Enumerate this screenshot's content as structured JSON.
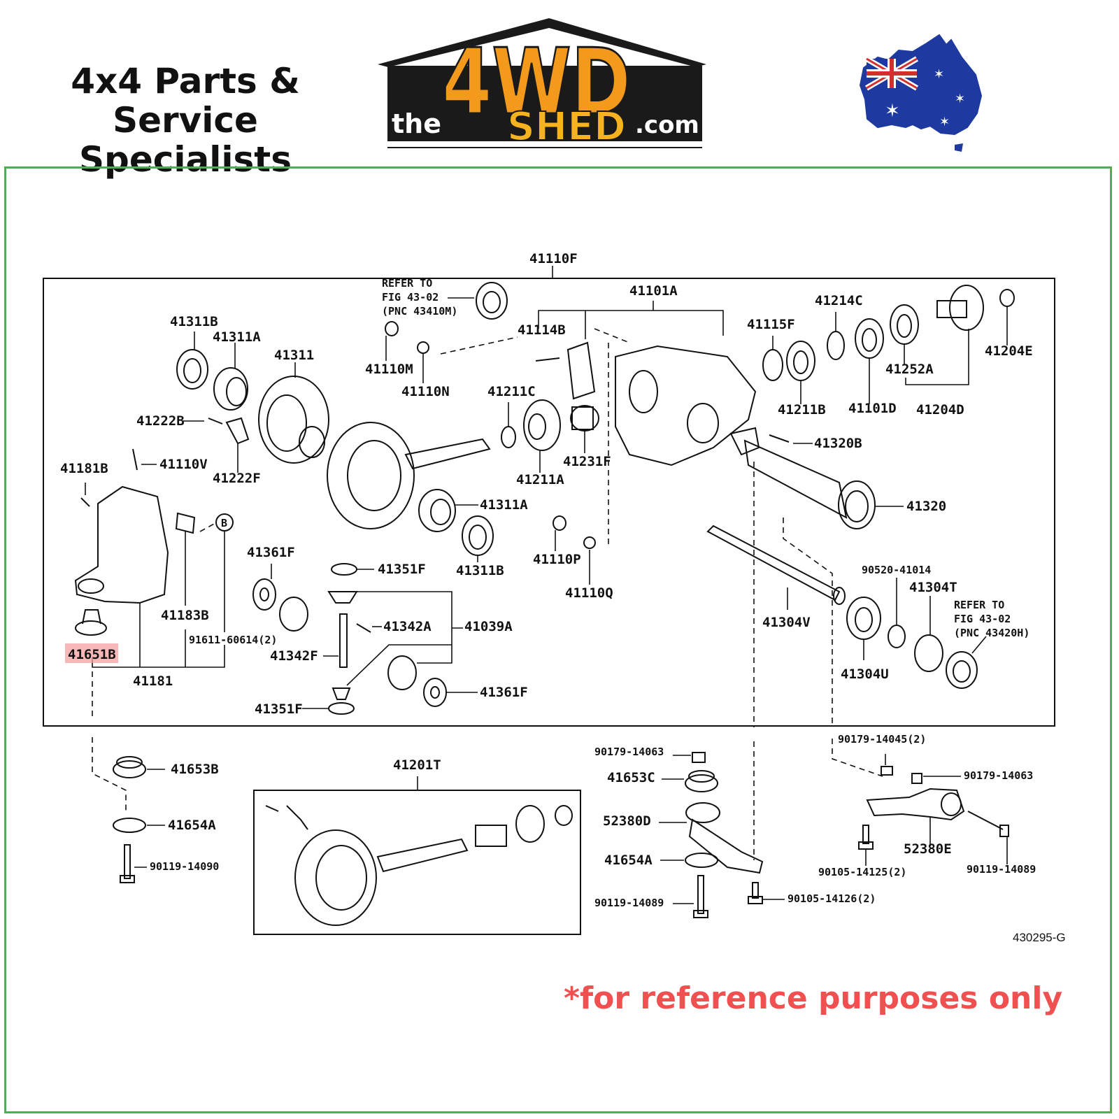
{
  "header": {
    "tagline_line1": "4x4 Parts & Service",
    "tagline_line2": "Specialists",
    "logo": {
      "prefix": "the",
      "mark": "4WD",
      "word": "SHED",
      "suffix": ".com"
    },
    "flag_icon": "australia-map-flag-icon",
    "colors": {
      "logo_orange": "#f39a1d",
      "logo_dark": "#1a1a1a",
      "flag_blue": "#1e3aa0",
      "flag_red": "#d32f2f",
      "frame_green": "#4caf50",
      "highlight": "#f5a0a0"
    }
  },
  "diagram": {
    "labels": {
      "l41110F": "41110F",
      "l41101A": "41101A",
      "refer1_a": "REFER TO",
      "refer1_b": "FIG 43-02",
      "refer1_c": "(PNC 43410M)",
      "l41214C": "41214C",
      "l41311B_a": "41311B",
      "l41311A_a": "41311A",
      "l41311": "41311",
      "l41114B": "41114B",
      "l41115F": "41115F",
      "l41204E": "41204E",
      "l41110M": "41110M",
      "l41110N": "41110N",
      "l41252A": "41252A",
      "l41211B": "41211B",
      "l41101D": "41101D",
      "l41204D": "41204D",
      "l41222B": "41222B",
      "l41211C": "41211C",
      "l41320B": "41320B",
      "l41110V": "41110V",
      "l41231F": "41231F",
      "l41181B": "41181B",
      "l41222F": "41222F",
      "l41211A": "41211A",
      "l41311A_b": "41311A",
      "l41320": "41320",
      "circleB": "B",
      "l41361F_a": "41361F",
      "l41351F_a": "41351F",
      "l41311B_b": "41311B",
      "l41110P": "41110P",
      "l90520": "90520-41014",
      "l41304T": "41304T",
      "l41110Q": "41110Q",
      "refer2_a": "REFER TO",
      "refer2_b": "FIG 43-02",
      "refer2_c": "(PNC 43420H)",
      "l41183B": "41183B",
      "l41342A": "41342A",
      "l41039A": "41039A",
      "l41304V": "41304V",
      "l91611": "91611-60614(2)",
      "l41651B": "41651B",
      "l41342F": "41342F",
      "l41304U": "41304U",
      "l41181": "41181",
      "l41361F_b": "41361F",
      "l41351F_b": "41351F",
      "l41201T": "41201T",
      "l90179_14045": "90179-14045(2)",
      "l90179_14063_a": "90179-14063",
      "l90179_14063_b": "90179-14063",
      "l41653B": "41653B",
      "l41653C": "41653C",
      "l41654A_a": "41654A",
      "l52380D": "52380D",
      "l52380E": "52380E",
      "l90119_14090": "90119-14090",
      "l41654A_b": "41654A",
      "l90105_14125": "90105-14125(2)",
      "l90119_14089_a": "90119-14089",
      "l90119_14089_b": "90119-14089",
      "l90105_14126": "90105-14126(2)",
      "code": "430295-G"
    },
    "highlighted_part": "41651B"
  },
  "footer": {
    "note": "*for reference purposes only"
  }
}
